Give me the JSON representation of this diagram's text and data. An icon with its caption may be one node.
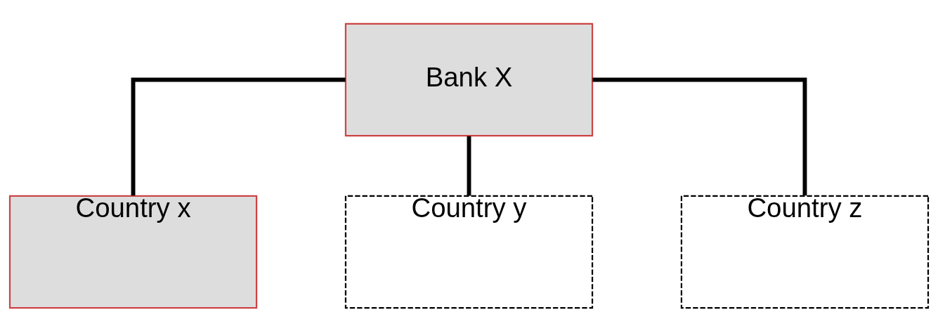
{
  "diagram": {
    "nodes": [
      {
        "text": [
          "Bank X"
        ]
      },
      {
        "text": [
          "Country x"
        ]
      },
      {
        "text": [
          "Country y"
        ]
      },
      {
        "text": [
          "Country z"
        ]
      }
    ],
    "edges": [
      {
        "from": 0,
        "to": 1,
        "arrow": "none"
      },
      {
        "from": 0,
        "to": 2,
        "arrow": "none"
      },
      {
        "from": 0,
        "to": 3,
        "arrow": "none"
      }
    ]
  }
}
